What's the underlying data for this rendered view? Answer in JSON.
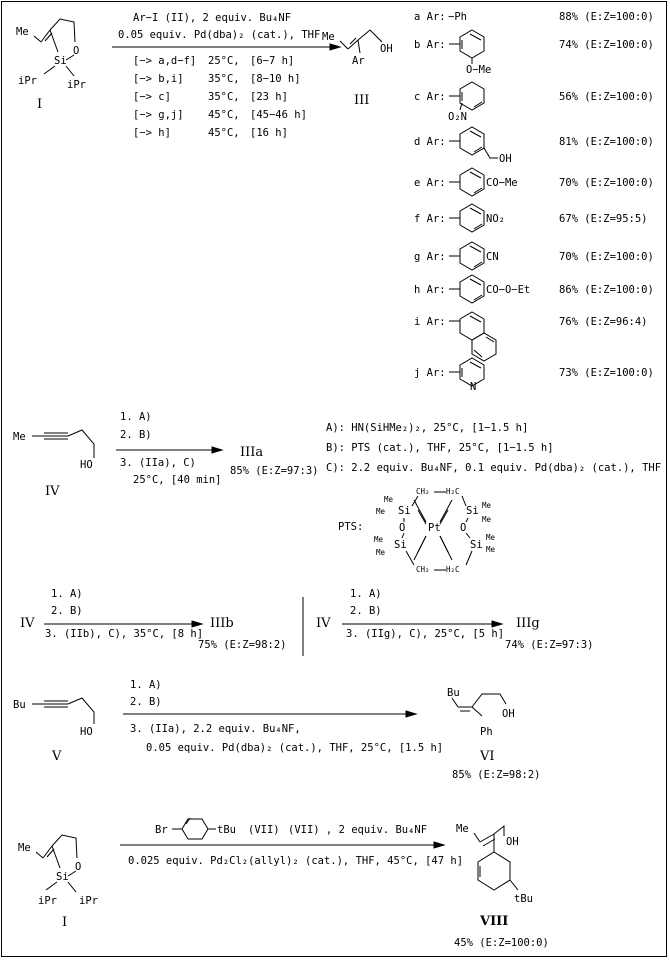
{
  "compound_labels": {
    "I": "I",
    "II_ref": "(II)",
    "III": "III",
    "IIIa": "IIIa",
    "IIIb": "IIIb",
    "IIIg": "IIIg",
    "IV": "IV",
    "V": "V",
    "VI": "VI",
    "VII_ref": "(VII)",
    "VIII": "VIII"
  },
  "atoms": {
    "Me": "Me",
    "Si": "Si",
    "O": "O",
    "iPr": "iPr",
    "Ar": "Ar",
    "OH": "OH",
    "HO": "HO",
    "Bu": "Bu",
    "Ph": "Ph",
    "Br": "Br",
    "tBu": "tBu",
    "Pt": "Pt",
    "H2C": "H₂C",
    "CH2": "CH₂",
    "N": "N",
    "CN": "CN",
    "NO2": "NO₂",
    "OMe_label": "O−Me",
    "O2N": "O₂N",
    "COMe": "CO−Me",
    "COOEt": "CO−O−Et",
    "Ph_sub": "−Ph"
  },
  "scheme1": {
    "reagent_line": "Ar−I  (II), 2 equiv. Bu₄NF",
    "catalyst_line": "0.05 equiv. Pd(dba)₂ (cat.), THF",
    "conditions": [
      {
        "target": "[−> a,d−f]",
        "temp": "25°C,",
        "time": "[6−7 h]"
      },
      {
        "target": "[−> b,i]",
        "temp": "35°C,",
        "time": "[8−10 h]"
      },
      {
        "target": "[−> c]",
        "temp": "35°C,",
        "time": "[23 h]"
      },
      {
        "target": "[−> g,j]",
        "temp": "45°C,",
        "time": "[45−46 h]"
      },
      {
        "target": "[−> h]",
        "temp": "45°C,",
        "time": "[16 h]"
      }
    ],
    "entries": [
      {
        "key": "a",
        "label": "a Ar:",
        "result": "88% (E:Z=100:0)"
      },
      {
        "key": "b",
        "label": "b Ar:",
        "result": "74% (E:Z=100:0)"
      },
      {
        "key": "c",
        "label": "c Ar:",
        "result": "56% (E:Z=100:0)"
      },
      {
        "key": "d",
        "label": "d Ar:",
        "result": "81% (E:Z=100:0)"
      },
      {
        "key": "e",
        "label": "e Ar:",
        "result": "70% (E:Z=100:0)"
      },
      {
        "key": "f",
        "label": "f Ar:",
        "result": "67% (E:Z=95:5)"
      },
      {
        "key": "g",
        "label": "g Ar:",
        "result": "70% (E:Z=100:0)"
      },
      {
        "key": "h",
        "label": "h Ar:",
        "result": "86% (E:Z=100:0)"
      },
      {
        "key": "i",
        "label": "i Ar:",
        "result": "76% (E:Z=96:4)"
      },
      {
        "key": "j",
        "label": "j Ar:",
        "result": "73% (E:Z=100:0)"
      }
    ]
  },
  "scheme2": {
    "steps": [
      "1. A)",
      "2. B)",
      "3. (IIa), C)"
    ],
    "conditions": "25°C, [40 min]",
    "yield": "85% (E:Z=97:3)",
    "defs": [
      "A):  HN(SiHMe₂)₂,  25°C,  [1−1.5 h]",
      "B):  PTS (cat.), THF, 25°C, [1−1.5 h]",
      "C):  2.2 equiv. Bu₄NF, 0.1 equiv. Pd(dba)₂ (cat.), THF"
    ],
    "pts_label": "PTS:"
  },
  "scheme3": {
    "left": {
      "steps": [
        "1. A)",
        "2. B)",
        "3. (IIb), C),  35°C, [8 h]"
      ],
      "yield": "75% (E:Z=98:2)"
    },
    "right": {
      "steps": [
        "1. A)",
        "2. B)",
        "3. (IIg), C),  25°C, [5 h]"
      ],
      "yield": "74% (E:Z=97:3)"
    }
  },
  "scheme4": {
    "steps": [
      "1. A)",
      "2. B)",
      "3. (IIa), 2.2 equiv. Bu₄NF,",
      "0.05 equiv. Pd(dba)₂ (cat.), THF, 25°C, [1.5 h]"
    ],
    "yield": "85% (E:Z=98:2)"
  },
  "scheme5": {
    "reagent_line": "(VII) , 2 equiv. Bu₄NF",
    "catalyst_line": "0.025 equiv. Pd₂Cl₂(allyl)₂ (cat.), THF,  45°C, [47 h]",
    "yield": "45% (E:Z=100:0)"
  }
}
